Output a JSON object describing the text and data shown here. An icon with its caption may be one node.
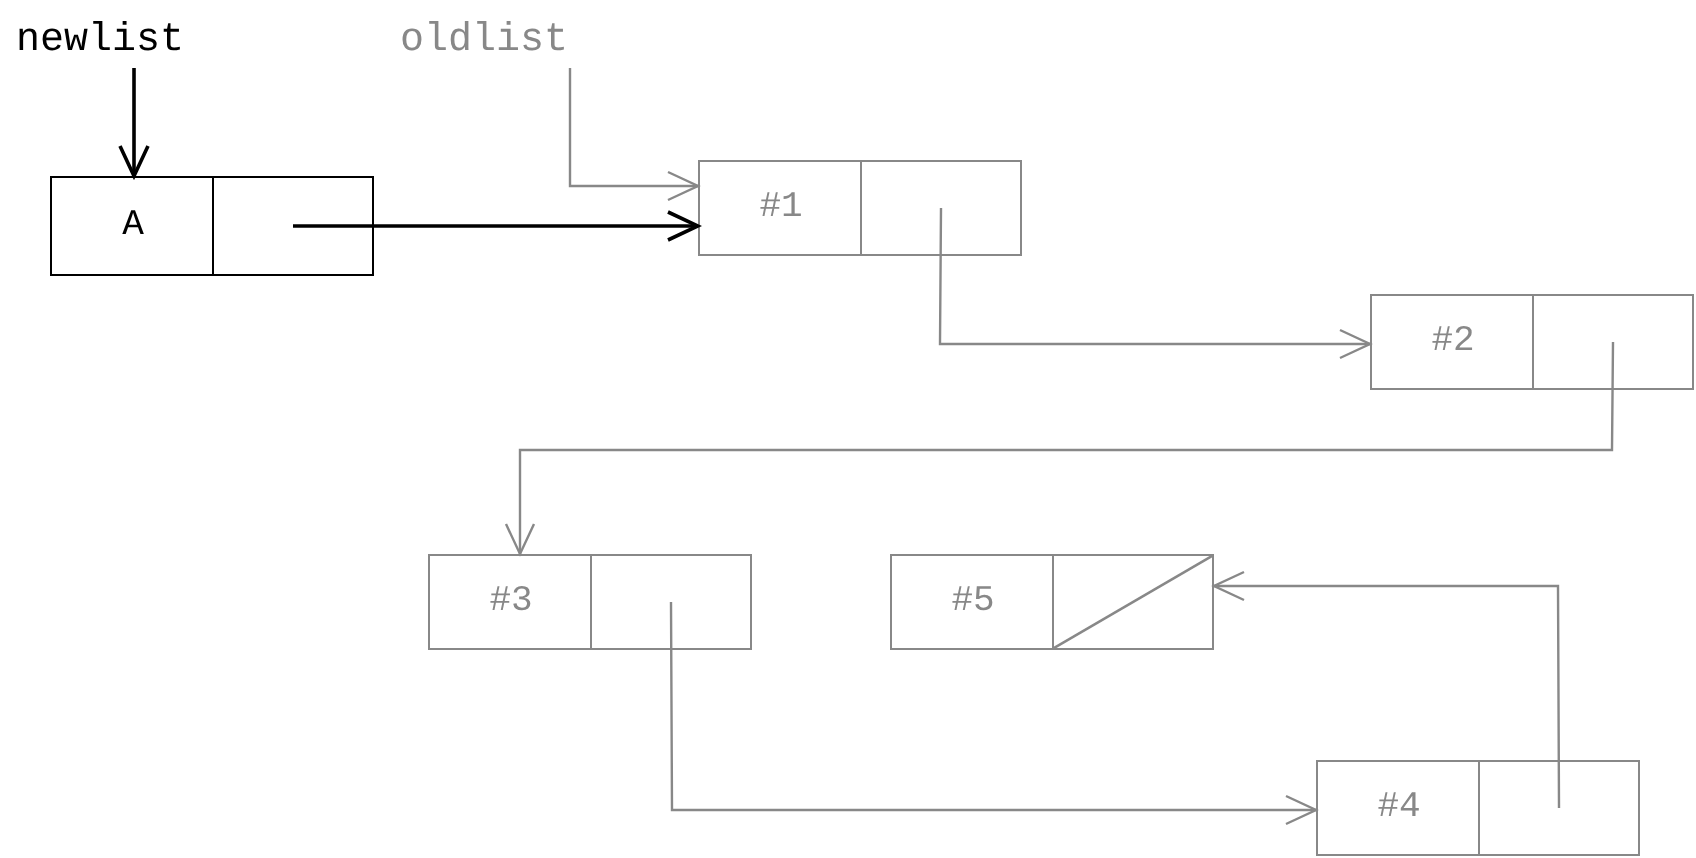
{
  "diagram": {
    "nodes": [
      {
        "text": [
          "newlist"
        ]
      },
      {
        "text": [
          "oldlist"
        ]
      },
      {
        "text": [
          "A"
        ]
      },
      {
        "text": [
          "#1"
        ]
      },
      {
        "text": [
          "#2"
        ]
      },
      {
        "text": [
          "#3"
        ]
      },
      {
        "text": [
          "#5"
        ]
      },
      {
        "text": [
          "#4"
        ]
      }
    ],
    "edges": [
      {
        "from": 0,
        "to": 2,
        "arrow": "to",
        "color": "#000000"
      },
      {
        "from": 1,
        "to": 3,
        "arrow": "to"
      },
      {
        "from": 2,
        "to": 3,
        "arrow": "to",
        "color": "#000000"
      },
      {
        "from": 3,
        "to": 4,
        "arrow": "to"
      },
      {
        "from": 4,
        "to": 5,
        "arrow": "to"
      },
      {
        "from": 5,
        "to": 7,
        "arrow": "to"
      },
      {
        "from": 7,
        "to": 6,
        "arrow": "to"
      }
    ]
  }
}
